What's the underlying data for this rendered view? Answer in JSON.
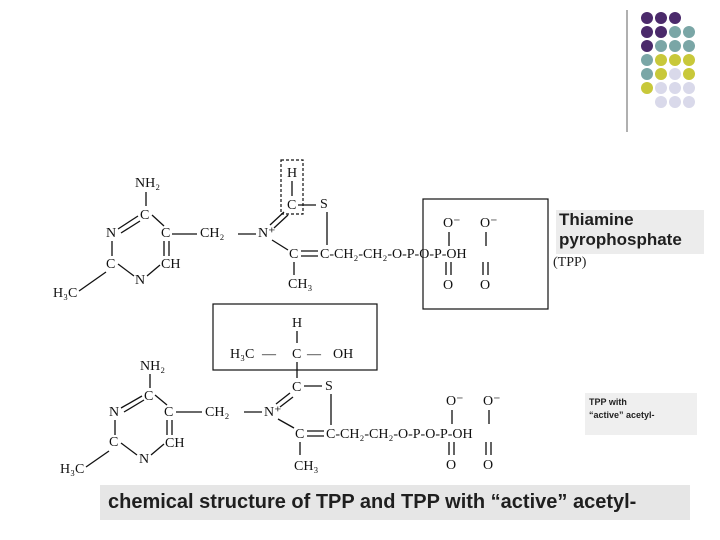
{
  "decoration": {
    "dot_colors": [
      "#4b2a6b",
      "#7aa6a6",
      "#c8c83a",
      "#d9d9ea"
    ],
    "rule_color": "#7a7a7a"
  },
  "thiamine_label": "Thiamine pyrophosphate",
  "thiamine_lines": [
    "Thiamine",
    "pyrophosphate"
  ],
  "tpp_abbrev": "(TPP)",
  "tpp_active_lines": [
    "TPP with",
    "“active” acetyl-"
  ],
  "caption": "chemical structure of TPP and TPP with “active” acetyl-",
  "structure_top": {
    "pyrimidine": {
      "nh2": "NH₂",
      "c_top": "C",
      "n_left": "N",
      "c_right": "C",
      "c_bottom": "C",
      "n_bottom": "N",
      "ch": "CH",
      "h3c": "H₃C",
      "ch2": "CH₂"
    },
    "thiazole": {
      "n_plus": "N⁺",
      "h": "H",
      "c": "C",
      "s": "S",
      "c_eq": "C",
      "c_mid": "C",
      "ch3": "CH₃"
    },
    "chain": "C-CH₂-CH₂-O-P-O-P-OH",
    "phosphate": {
      "o_minus_1": "O⁻",
      "o_minus_2": "O⁻",
      "o_1": "O",
      "o_2": "O"
    }
  },
  "structure_bottom": {
    "pyrimidine": {
      "nh2": "NH₂",
      "c_top": "C",
      "n_left": "N",
      "c_right": "C",
      "c_bottom": "C",
      "n_bottom": "N",
      "ch": "CH",
      "h3c": "H₃C",
      "ch2": "CH₂"
    },
    "acetyl": {
      "h": "H",
      "h3c": "H₃C",
      "dash_1": "—",
      "c": "C",
      "dash_2": "—",
      "oh": "OH"
    },
    "thiazole": {
      "n_plus": "N⁺",
      "c": "C",
      "s": "S",
      "c_eq": "C",
      "ch3": "CH₃"
    },
    "chain": "C-CH₂-CH₂-O-P-O-P-OH",
    "phosphate": {
      "o_minus_1": "O⁻",
      "o_minus_2": "O⁻",
      "o_1": "O",
      "o_2": "O"
    }
  }
}
